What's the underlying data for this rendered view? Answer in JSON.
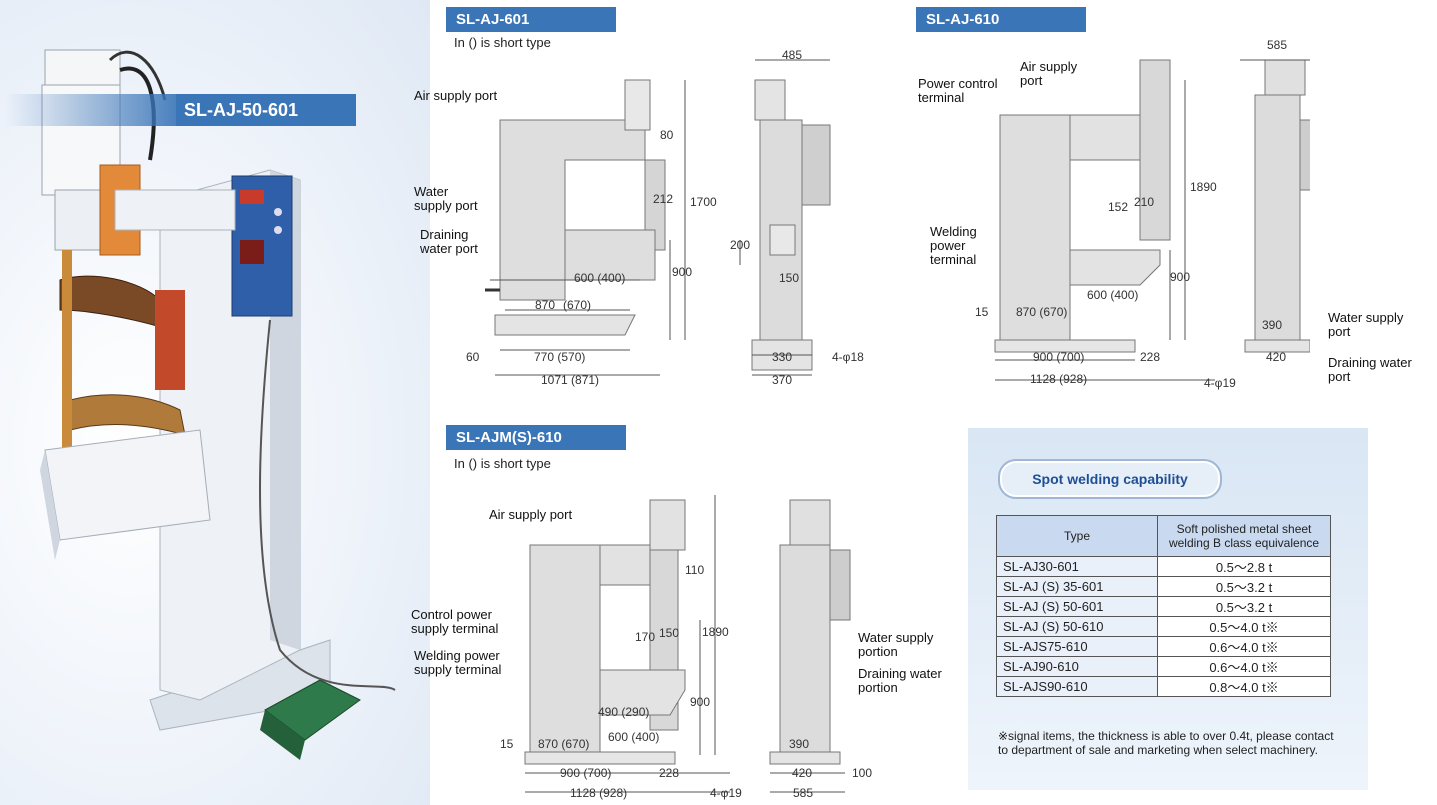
{
  "photo": {
    "model_label": "SL-AJ-50-601"
  },
  "aj601": {
    "title": "SL-AJ-601",
    "subtitle": "In () is short type",
    "labels": {
      "air": "Air supply port",
      "water": "Water\nsupply port",
      "drain": "Draining\nwater port"
    },
    "dims": {
      "d485": "485",
      "d80": "80",
      "d212": "212",
      "d1700": "1700",
      "d900": "900",
      "d200": "200",
      "d150": "150",
      "d600": "600 (400)",
      "d870": "870",
      "d870s": "(670)",
      "d60": "60",
      "d770": "770 (570)",
      "d1071": "1071 (871)",
      "d330": "330",
      "d370": "370",
      "dphi": "4-φ18"
    }
  },
  "aj610": {
    "title": "SL-AJ-610",
    "labels": {
      "power": "Power control\nterminal",
      "air": "Air supply\nport",
      "welding": "Welding\npower\nterminal",
      "water": "Water supply\nport",
      "drain": "Draining water\nport"
    },
    "dims": {
      "d585": "585",
      "d152": "152",
      "d210": "210",
      "d1890": "1890",
      "d900": "900",
      "d600": "600 (400)",
      "d15": "15",
      "d870": "870 (670)",
      "d900b": "900 (700)",
      "d228": "228",
      "d1128": "1128 (928)",
      "d390": "390",
      "d420": "420",
      "dphi": "4-φ19"
    }
  },
  "ajm610": {
    "title": "SL-AJM(S)-610",
    "subtitle": "In () is short type",
    "labels": {
      "air": "Air supply port",
      "control": "Control power\nsupply terminal",
      "welding": "Welding power\nsupply terminal",
      "water": "Water supply\nportion",
      "drain": "Draining water\nportion"
    },
    "dims": {
      "d110": "110",
      "d1890": "1890",
      "d170": "170",
      "d150": "150",
      "d900": "900",
      "d490": "490 (290)",
      "d600": "600 (400)",
      "d15": "15",
      "d870": "870 (670)",
      "d900b": "900 (700)",
      "d228": "228",
      "d1128": "1128 (928)",
      "d390": "390",
      "d420": "420",
      "d100": "100",
      "d585": "585",
      "dphi": "4-φ19"
    }
  },
  "capability": {
    "title": "Spot welding capability",
    "col_type": "Type",
    "col_value": "Soft polished metal sheet\nwelding B class equivalence",
    "rows": [
      {
        "type": "SL-AJ30-601",
        "value": "0.5～2.8 t"
      },
      {
        "type": "SL-AJ (S) 35-601",
        "value": "0.5～3.2 t"
      },
      {
        "type": "SL-AJ (S) 50-601",
        "value": "0.5～3.2 t"
      },
      {
        "type": "SL-AJ (S) 50-610",
        "value": "0.5～4.0 t※"
      },
      {
        "type": "SL-AJS75-610",
        "value": "0.6～4.0 t※"
      },
      {
        "type": "SL-AJ90-610",
        "value": "0.6～4.0 t※"
      },
      {
        "type": "SL-AJS90-610",
        "value": "0.8～4.0 t※"
      }
    ],
    "note": "※signal items, the thickness is able to over 0.4t, please contact to department of sale and marketing when select machinery."
  }
}
